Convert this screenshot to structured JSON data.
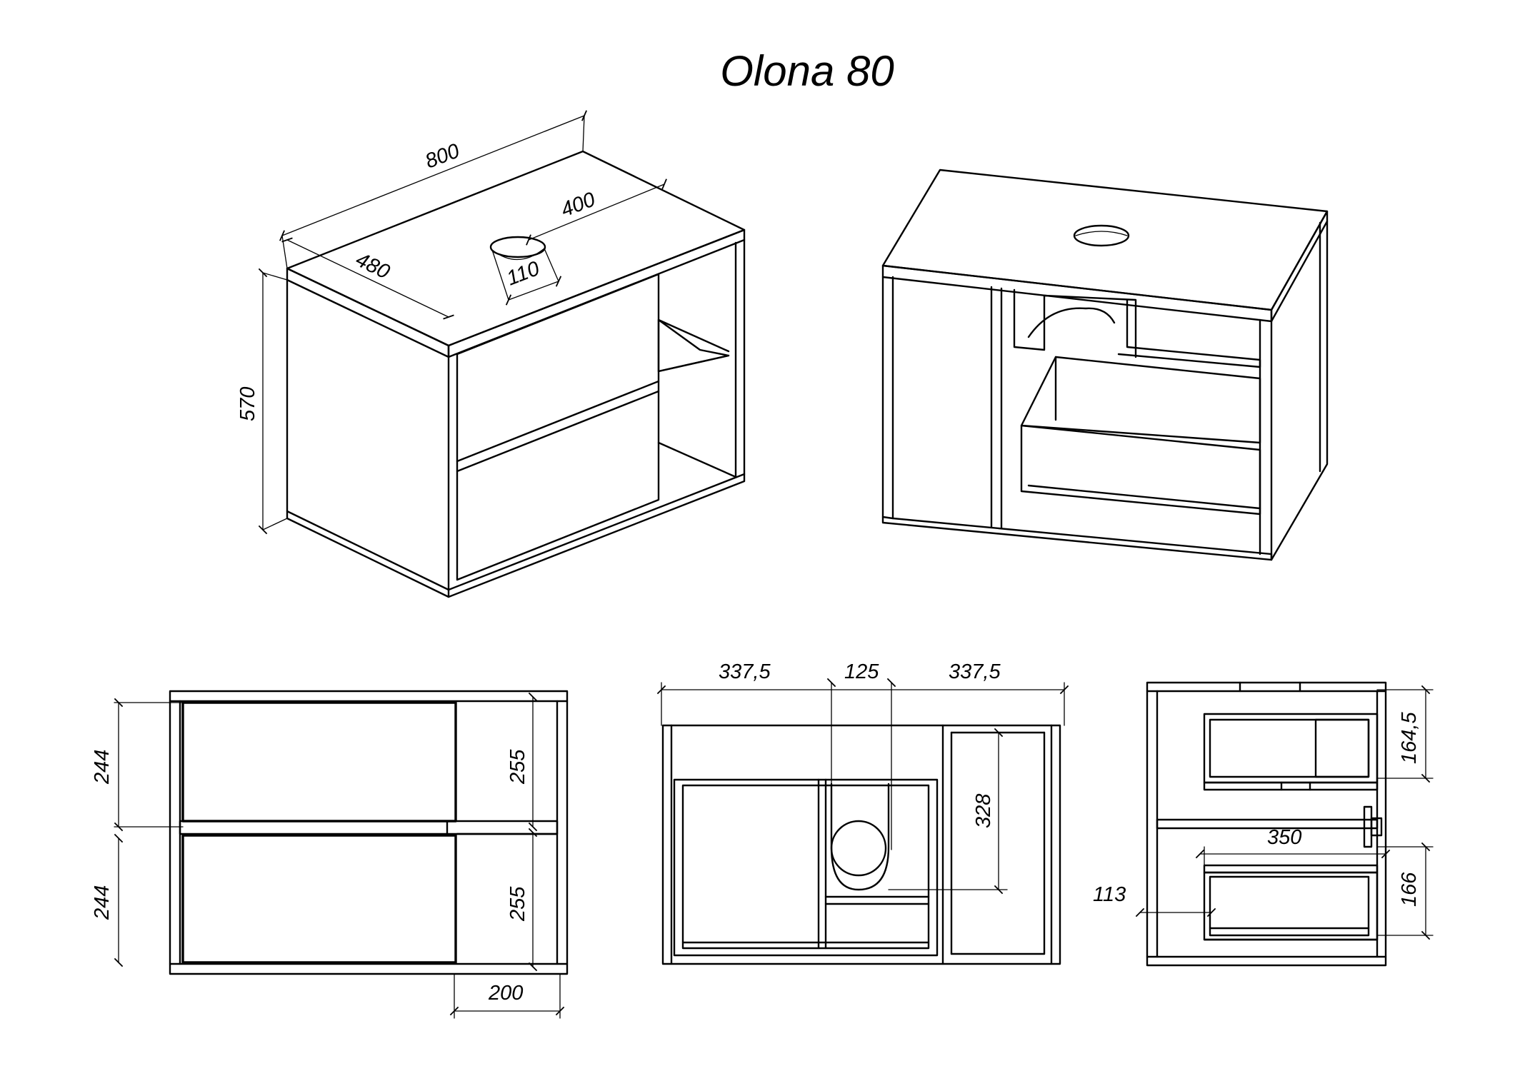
{
  "title": "Olona 80",
  "dimensions": {
    "iso_width": "800",
    "iso_depth": "480",
    "iso_hole_offset": "400",
    "iso_hole_diameter": "110",
    "iso_height": "570",
    "front_drawer_top": "244",
    "front_drawer_bottom": "244",
    "front_shelf_top": "255",
    "front_shelf_bottom": "255",
    "front_shelf_width": "200",
    "back_left": "337,5",
    "back_mid": "125",
    "back_right": "337,5",
    "back_height": "328",
    "side_top": "164,5",
    "side_depth": "350",
    "side_bottom": "166",
    "side_offset": "113"
  }
}
